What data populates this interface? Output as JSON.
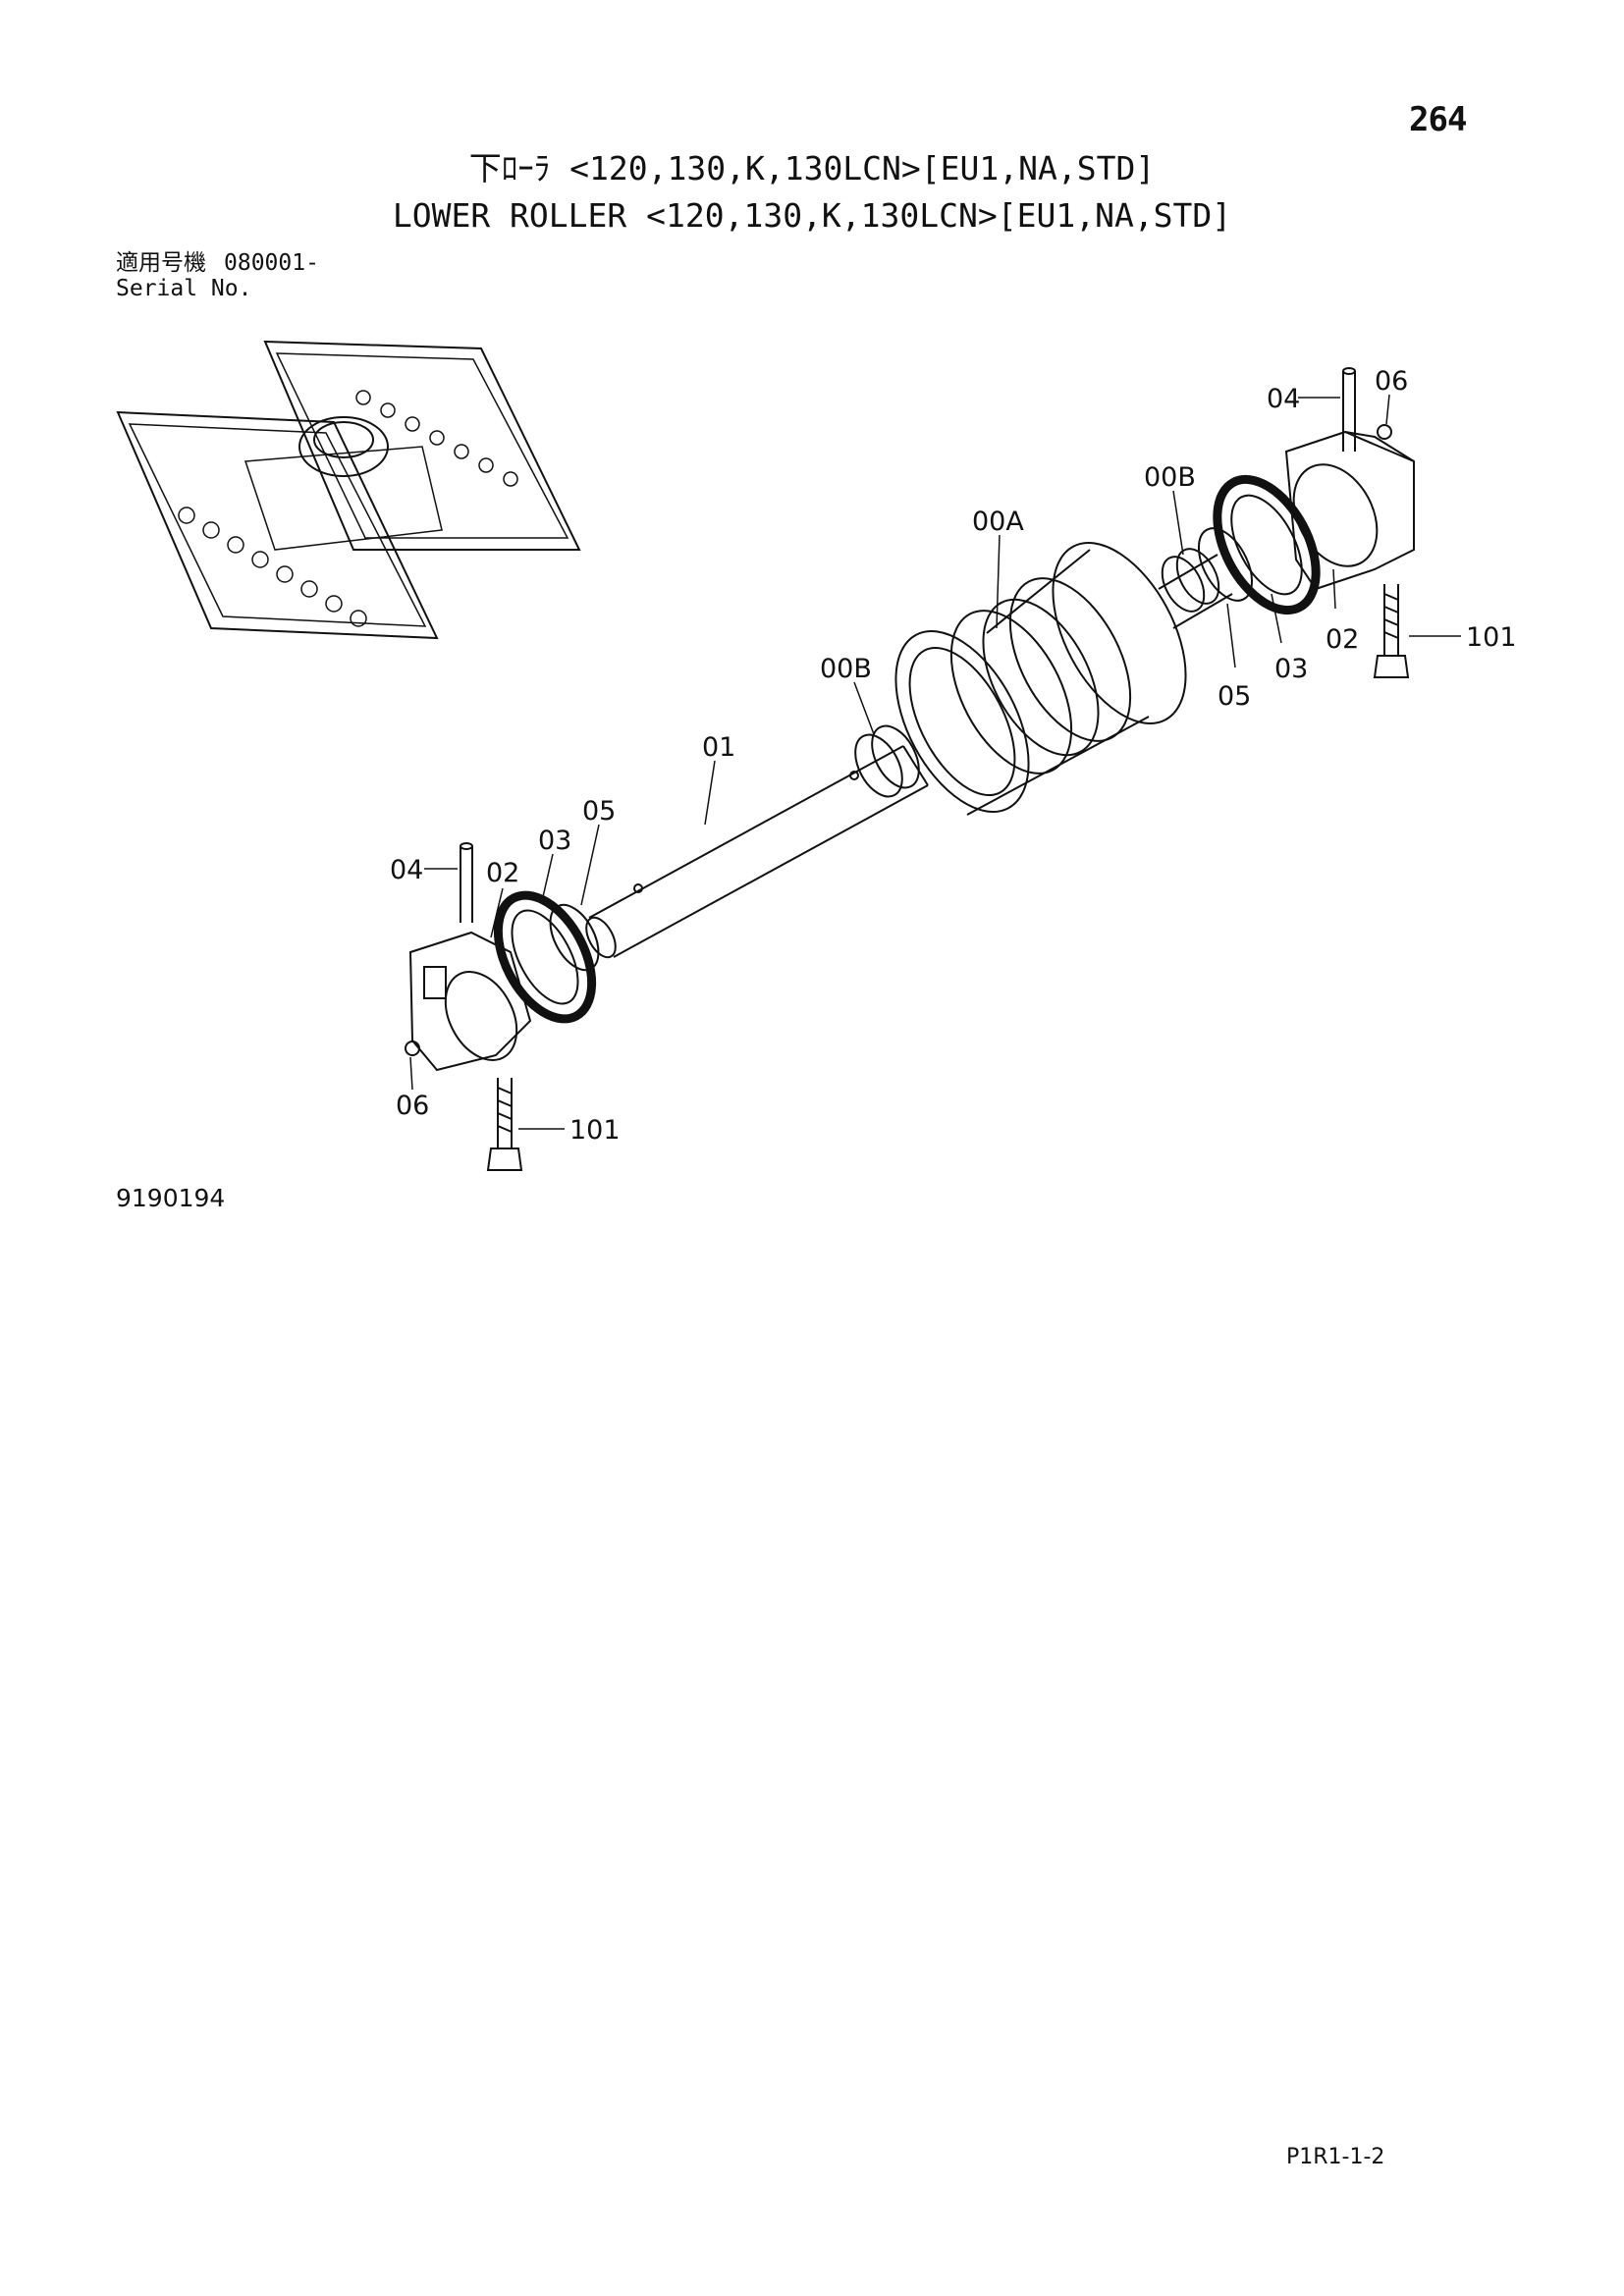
{
  "page": {
    "number": "264",
    "title_jp": "下ﾛｰﾗ <120,130,K,130LCN>[EU1,NA,STD]",
    "title_en": "LOWER ROLLER <120,130,K,130LCN>[EU1,NA,STD]",
    "serial_label_jp": "適用号機",
    "serial_value": "080001-",
    "serial_label_en": "Serial No.",
    "drawing_number": "9190194",
    "page_code": "P1R1-1-2"
  },
  "callouts": {
    "c04_right": "04",
    "c06_right": "06",
    "c00B_right": "00B",
    "c00A": "00A",
    "c00B_left": "00B",
    "c01": "01",
    "c02_right": "02",
    "c03_right": "03",
    "c05_right": "05",
    "c101_right": "101",
    "c04_left": "04",
    "c02_left": "02",
    "c03_left": "03",
    "c05_left": "05",
    "c06_left": "06",
    "c101_left": "101"
  }
}
